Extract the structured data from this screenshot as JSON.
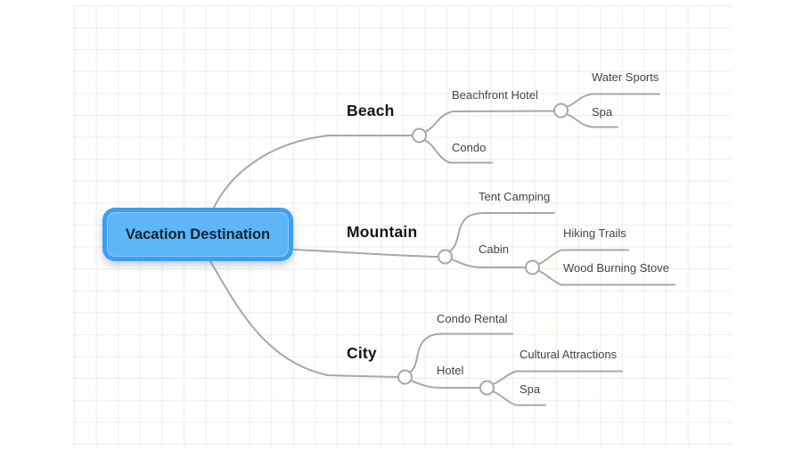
{
  "mindmap": {
    "root": {
      "label": "Vacation Destination"
    },
    "branches": [
      {
        "label": "Beach",
        "children": [
          {
            "label": "Beachfront Hotel",
            "children": [
              {
                "label": "Water Sports"
              },
              {
                "label": "Spa"
              }
            ]
          },
          {
            "label": "Condo",
            "children": []
          }
        ]
      },
      {
        "label": "Mountain",
        "children": [
          {
            "label": "Tent Camping",
            "children": []
          },
          {
            "label": "Cabin",
            "children": [
              {
                "label": "Hiking Trails"
              },
              {
                "label": "Wood Burning Stove"
              }
            ]
          }
        ]
      },
      {
        "label": "City",
        "children": [
          {
            "label": "Condo Rental",
            "children": []
          },
          {
            "label": "Hotel",
            "children": [
              {
                "label": "Cultural Attractions"
              },
              {
                "label": "Spa"
              }
            ]
          }
        ]
      }
    ],
    "colors": {
      "branch_line": "#a8a8a8",
      "junction_fill": "#ffffff",
      "root_border": "#3d9ef3",
      "root_fill": "#5cb6f7",
      "grid_line": "#edf0e1"
    }
  }
}
